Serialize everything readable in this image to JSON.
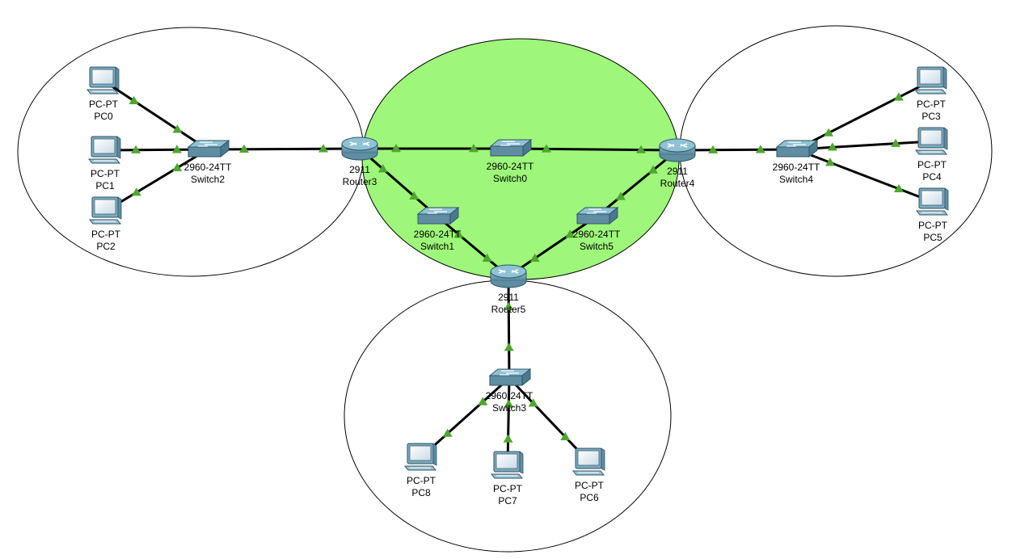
{
  "colors": {
    "background": "#ffffff",
    "core_area_fill": "#9ef77a",
    "area_outline": "#000000",
    "link": "#000000",
    "link_status": "#4ea72e",
    "device_body": "#5f8ea3",
    "device_top": "#8fc3d4"
  },
  "areas": [
    {
      "id": "area-left",
      "fill": false
    },
    {
      "id": "area-core",
      "fill": true
    },
    {
      "id": "area-right",
      "fill": false
    },
    {
      "id": "area-bottom",
      "fill": false
    }
  ],
  "devices": [
    {
      "id": "router3",
      "kind": "router",
      "icon": "router-icon",
      "model": "2911",
      "name": "Router3"
    },
    {
      "id": "router4",
      "kind": "router",
      "icon": "router-icon",
      "model": "2911",
      "name": "Router4"
    },
    {
      "id": "router5",
      "kind": "router",
      "icon": "router-icon",
      "model": "2911",
      "name": "Router5"
    },
    {
      "id": "switch0",
      "kind": "switch",
      "icon": "switch-icon",
      "model": "2960-24TT",
      "name": "Switch0"
    },
    {
      "id": "switch1",
      "kind": "switch",
      "icon": "switch-icon",
      "model": "2960-24TT",
      "name": "Switch1"
    },
    {
      "id": "switch2",
      "kind": "switch",
      "icon": "switch-icon",
      "model": "2960-24TT",
      "name": "Switch2"
    },
    {
      "id": "switch3",
      "kind": "switch",
      "icon": "switch-icon",
      "model": "2960-24TT",
      "name": "Switch3"
    },
    {
      "id": "switch4",
      "kind": "switch",
      "icon": "switch-icon",
      "model": "2960-24TT",
      "name": "Switch4"
    },
    {
      "id": "switch5",
      "kind": "switch",
      "icon": "switch-icon",
      "model": "2960-24TT",
      "name": "Switch5"
    },
    {
      "id": "pc0",
      "kind": "pc",
      "icon": "pc-icon",
      "model": "PC-PT",
      "name": "PC0"
    },
    {
      "id": "pc1",
      "kind": "pc",
      "icon": "pc-icon",
      "model": "PC-PT",
      "name": "PC1"
    },
    {
      "id": "pc2",
      "kind": "pc",
      "icon": "pc-icon",
      "model": "PC-PT",
      "name": "PC2"
    },
    {
      "id": "pc3",
      "kind": "pc",
      "icon": "pc-icon",
      "model": "PC-PT",
      "name": "PC3"
    },
    {
      "id": "pc4",
      "kind": "pc",
      "icon": "pc-icon",
      "model": "PC-PT",
      "name": "PC4"
    },
    {
      "id": "pc5",
      "kind": "pc",
      "icon": "pc-icon",
      "model": "PC-PT",
      "name": "PC5"
    },
    {
      "id": "pc6",
      "kind": "pc",
      "icon": "pc-icon",
      "model": "PC-PT",
      "name": "PC6"
    },
    {
      "id": "pc7",
      "kind": "pc",
      "icon": "pc-icon",
      "model": "PC-PT",
      "name": "PC7"
    },
    {
      "id": "pc8",
      "kind": "pc",
      "icon": "pc-icon",
      "model": "PC-PT",
      "name": "PC8"
    }
  ],
  "links": [
    [
      "pc0",
      "switch2"
    ],
    [
      "pc1",
      "switch2"
    ],
    [
      "pc2",
      "switch2"
    ],
    [
      "switch2",
      "router3"
    ],
    [
      "router3",
      "switch0"
    ],
    [
      "switch0",
      "router4"
    ],
    [
      "router3",
      "switch1"
    ],
    [
      "switch1",
      "router5"
    ],
    [
      "router4",
      "switch5"
    ],
    [
      "switch5",
      "router5"
    ],
    [
      "router4",
      "switch4"
    ],
    [
      "switch4",
      "pc3"
    ],
    [
      "switch4",
      "pc4"
    ],
    [
      "switch4",
      "pc5"
    ],
    [
      "router5",
      "switch3"
    ],
    [
      "switch3",
      "pc8"
    ],
    [
      "switch3",
      "pc7"
    ],
    [
      "switch3",
      "pc6"
    ]
  ]
}
